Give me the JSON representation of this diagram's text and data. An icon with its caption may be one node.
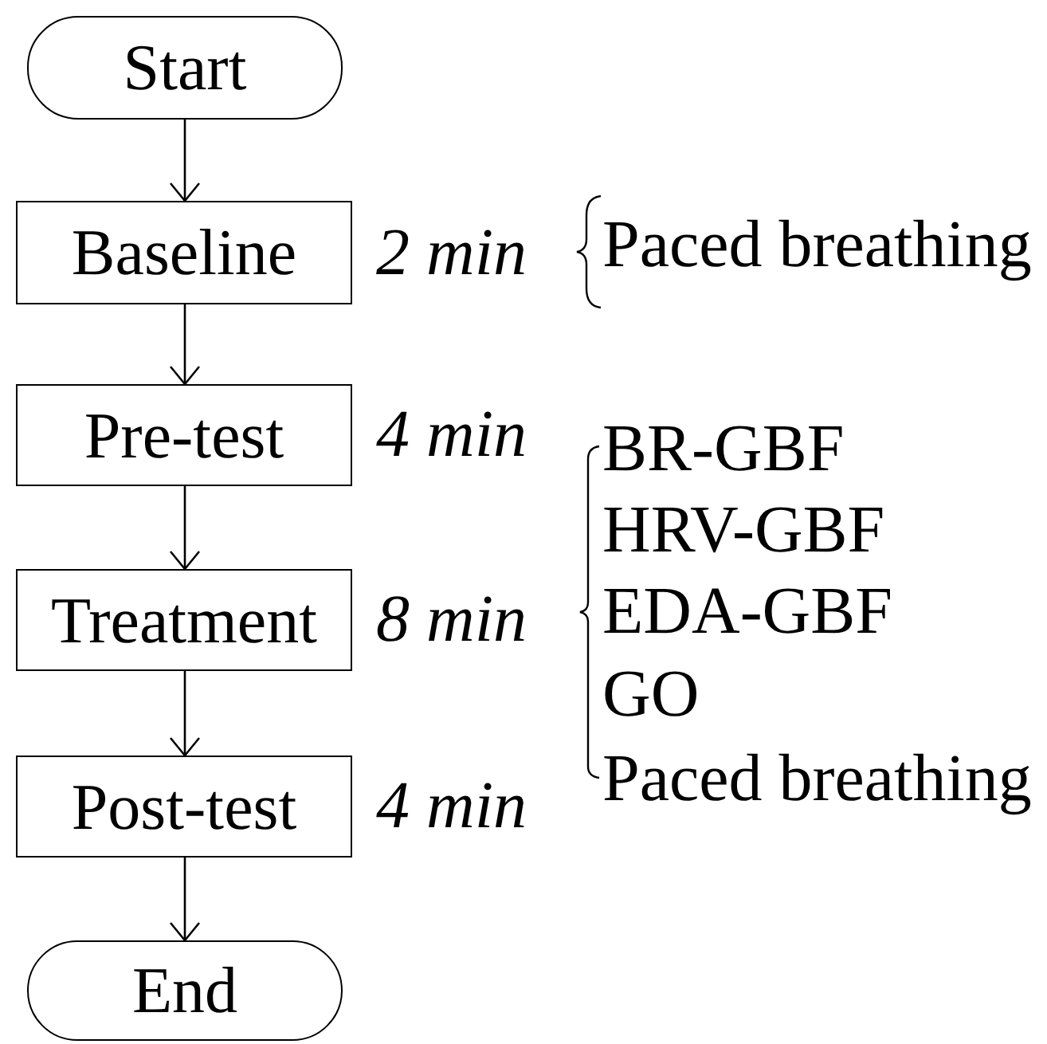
{
  "diagram": {
    "nodes": [
      {
        "text": [
          "Start"
        ]
      },
      {
        "text": [
          "Baseline"
        ],
        "beside": [
          "2 min"
        ]
      },
      {
        "text": [
          "Pre-test"
        ],
        "beside": [
          "4 min"
        ]
      },
      {
        "text": [
          "Treatment"
        ],
        "beside": [
          "8 min"
        ]
      },
      {
        "text": [
          "Post-test"
        ],
        "beside": [
          "4 min"
        ]
      },
      {
        "text": [
          "End"
        ]
      }
    ],
    "edges": [
      {
        "from": 0,
        "to": 1,
        "arrow": "to"
      },
      {
        "from": 1,
        "to": 2,
        "arrow": "to"
      },
      {
        "from": 2,
        "to": 3,
        "arrow": "to"
      },
      {
        "from": 3,
        "to": 4,
        "arrow": "to"
      },
      {
        "from": 4,
        "to": 5,
        "arrow": "to"
      }
    ],
    "labels": [
      "Paced breathing",
      "BR-GBF",
      "HRV-GBF",
      "EDA-GBF",
      "GO",
      "Paced breathing"
    ]
  }
}
